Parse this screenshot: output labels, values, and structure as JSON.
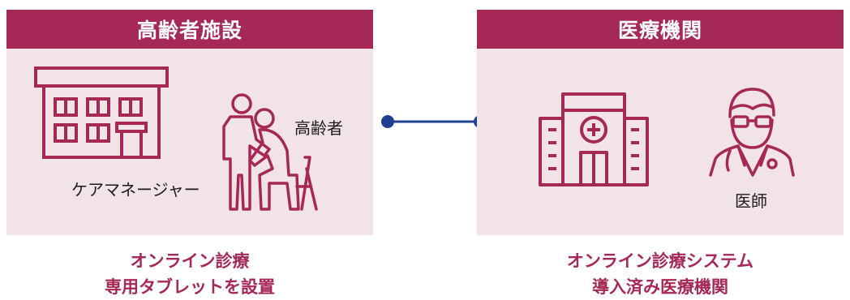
{
  "left_panel": {
    "title": "高齢者施設",
    "labels": {
      "care_manager": "ケアマネージャー",
      "elderly": "高齢者"
    },
    "caption": [
      "オンライン診療",
      "専用タブレットを設置"
    ]
  },
  "right_panel": {
    "title": "医療機関",
    "labels": {
      "doctor": "医師"
    },
    "caption": [
      "オンライン診療システム",
      "導入済み医療機関"
    ]
  },
  "colors": {
    "accent": "#a52857",
    "panel_bg": "#f2e4e6",
    "connector": "#1f3f8f"
  },
  "icons": [
    "building-icon",
    "caregiver-elderly-icon",
    "hospital-icon",
    "doctor-icon"
  ]
}
